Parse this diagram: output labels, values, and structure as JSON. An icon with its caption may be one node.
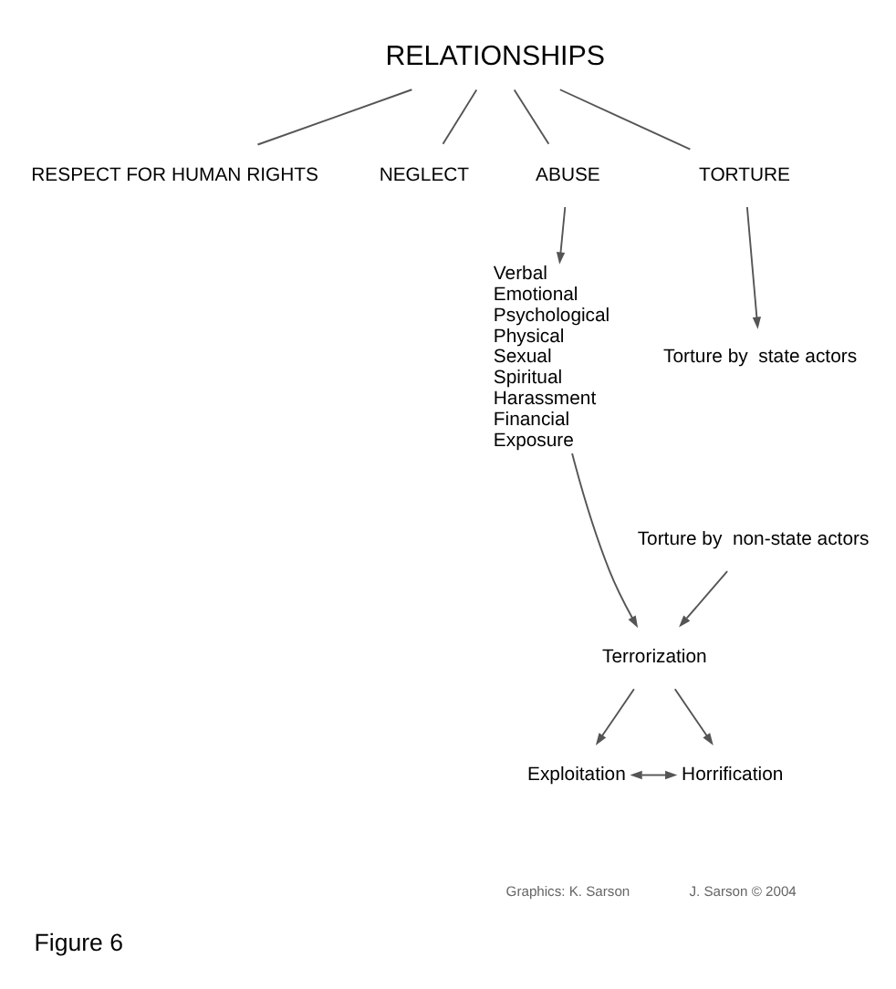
{
  "diagram": {
    "caption": "Figure 6",
    "nodes": [
      {
        "text": [
          "RELATIONSHIPS"
        ]
      },
      {
        "text": [
          "RESPECT FOR HUMAN RIGHTS"
        ]
      },
      {
        "text": [
          "NEGLECT"
        ]
      },
      {
        "text": [
          "ABUSE"
        ]
      },
      {
        "text": [
          "TORTURE"
        ]
      },
      {
        "text": [
          "Verbal",
          "Emotional",
          "Psychological",
          "Physical",
          "Sexual",
          "Spiritual",
          "Harassment",
          "Financial",
          "Exposure"
        ]
      },
      {
        "text": [
          "Torture by  state actors"
        ]
      },
      {
        "text": [
          "Torture by  non-state actors"
        ]
      },
      {
        "text": [
          "Terrorization"
        ]
      },
      {
        "text": [
          "Exploitation"
        ]
      },
      {
        "text": [
          "Horrification"
        ]
      }
    ],
    "edges": [
      {
        "from": 0,
        "to": 1,
        "arrow": "none"
      },
      {
        "from": 0,
        "to": 2,
        "arrow": "none"
      },
      {
        "from": 0,
        "to": 3,
        "arrow": "none"
      },
      {
        "from": 0,
        "to": 4,
        "arrow": "none"
      },
      {
        "from": 3,
        "to": 5,
        "arrow": "to"
      },
      {
        "from": 4,
        "to": 6,
        "arrow": "to"
      },
      {
        "from": 5,
        "to": 8,
        "arrow": "to"
      },
      {
        "from": 7,
        "to": 8,
        "arrow": "to"
      },
      {
        "from": 8,
        "to": 9,
        "arrow": "to"
      },
      {
        "from": 8,
        "to": 10,
        "arrow": "to"
      },
      {
        "from": 9,
        "to": 10,
        "arrow": "both"
      }
    ],
    "labels": [
      "Graphics: K. Sarson",
      "J. Sarson © 2004"
    ]
  }
}
